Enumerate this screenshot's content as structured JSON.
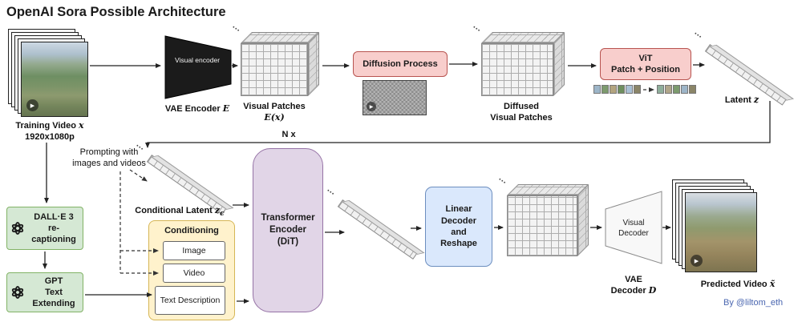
{
  "title": "OpenAI Sora Possible Architecture",
  "credit": "By @liltom_eth",
  "icons": {
    "play": "▶",
    "ellipsis": "…"
  },
  "colors": {
    "pink_bg": "#f8cecc",
    "pink_border": "#b85450",
    "green_bg": "#d5e8d4",
    "green_border": "#82b366",
    "yellow_bg": "#fff2cc",
    "yellow_border": "#d6b656",
    "purple_bg": "#e1d5e7",
    "purple_border": "#9673a6",
    "blue_bg": "#dae8fc",
    "blue_border": "#6c8ebf",
    "credit_text": "#4a66b0"
  },
  "nodes": {
    "training_video": {
      "label": "Training Video",
      "var": "x",
      "resolution": "1920x1080p"
    },
    "vae_encoder": {
      "inner": "Visual encoder",
      "label": "VAE Encoder",
      "var": "E"
    },
    "visual_patches": {
      "label": "Visual Patches",
      "formula": "E(x)"
    },
    "diffusion": {
      "label": "Diffusion Process"
    },
    "diffused_patches": {
      "line1": "Diffused",
      "line2": "Visual Patches"
    },
    "vit": {
      "line1": "ViT",
      "line2": "Patch + Position"
    },
    "latent": {
      "label": "Latent",
      "var": "z"
    },
    "prompting": {
      "line1": "Prompting with",
      "line2": "images and videos"
    },
    "conditional_latent": {
      "label": "Conditional Latent",
      "var": "z",
      "sub": "c"
    },
    "n_x": "N x",
    "transformer": {
      "line1": "Transformer",
      "line2": "Encoder",
      "line3": "(DiT)"
    },
    "conditioning": {
      "header": "Conditioning",
      "items": [
        "Image",
        "Video",
        "Text Description"
      ]
    },
    "dalle": {
      "line1": "DALL·E 3",
      "line2": "re-captioning"
    },
    "gpt": {
      "line1": "GPT",
      "line2": "Text Extending"
    },
    "linear_decoder": {
      "line1": "Linear",
      "line2": "Decoder",
      "line3": "and",
      "line4": "Reshape"
    },
    "vae_decoder": {
      "inner": "Visual Decoder",
      "line1": "VAE",
      "line2": "Decoder",
      "var": "D"
    },
    "predicted_video": {
      "label": "Predicted Video",
      "var": "x̃"
    }
  }
}
